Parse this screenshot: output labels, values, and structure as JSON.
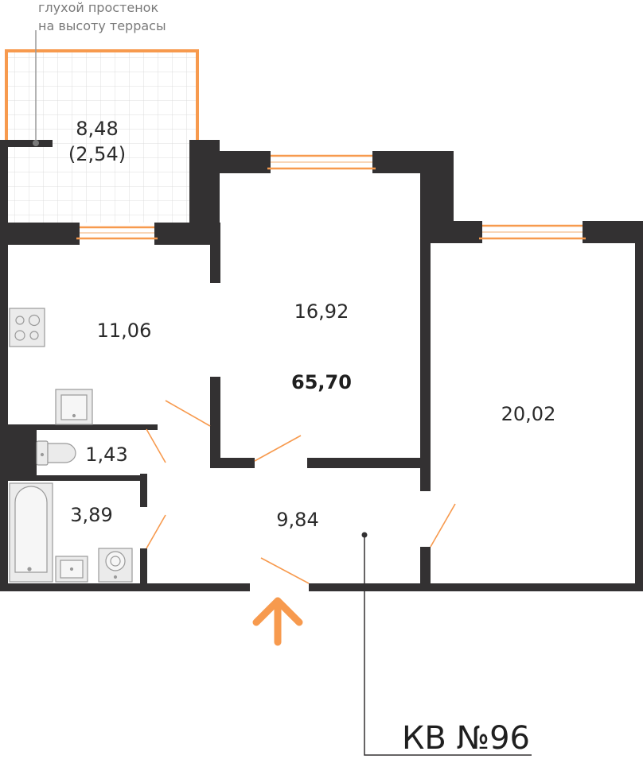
{
  "plan": {
    "note_lines": [
      "глухой простенок",
      "на высоту террасы"
    ],
    "terrace": {
      "area": "8,48",
      "reduced_area": "(2,54)"
    },
    "rooms": {
      "kitchen": "11,06",
      "living_room": "16,92",
      "bedroom": "20,02",
      "toilet": "1,43",
      "bathroom": "3,89",
      "hall": "9,84"
    },
    "total_area": "65,70",
    "apartment_label": "КВ №96"
  },
  "colors": {
    "wall": "#333132",
    "accent": "#f79a4e",
    "fixture_stroke": "#9a9a9a",
    "grid": "#dcdcdc",
    "text": "#2a2a2a"
  },
  "icons": [
    "stove-icon",
    "sink-icon",
    "toilet-icon",
    "bathtub-icon",
    "washing-machine-icon",
    "entrance-arrow-icon"
  ]
}
